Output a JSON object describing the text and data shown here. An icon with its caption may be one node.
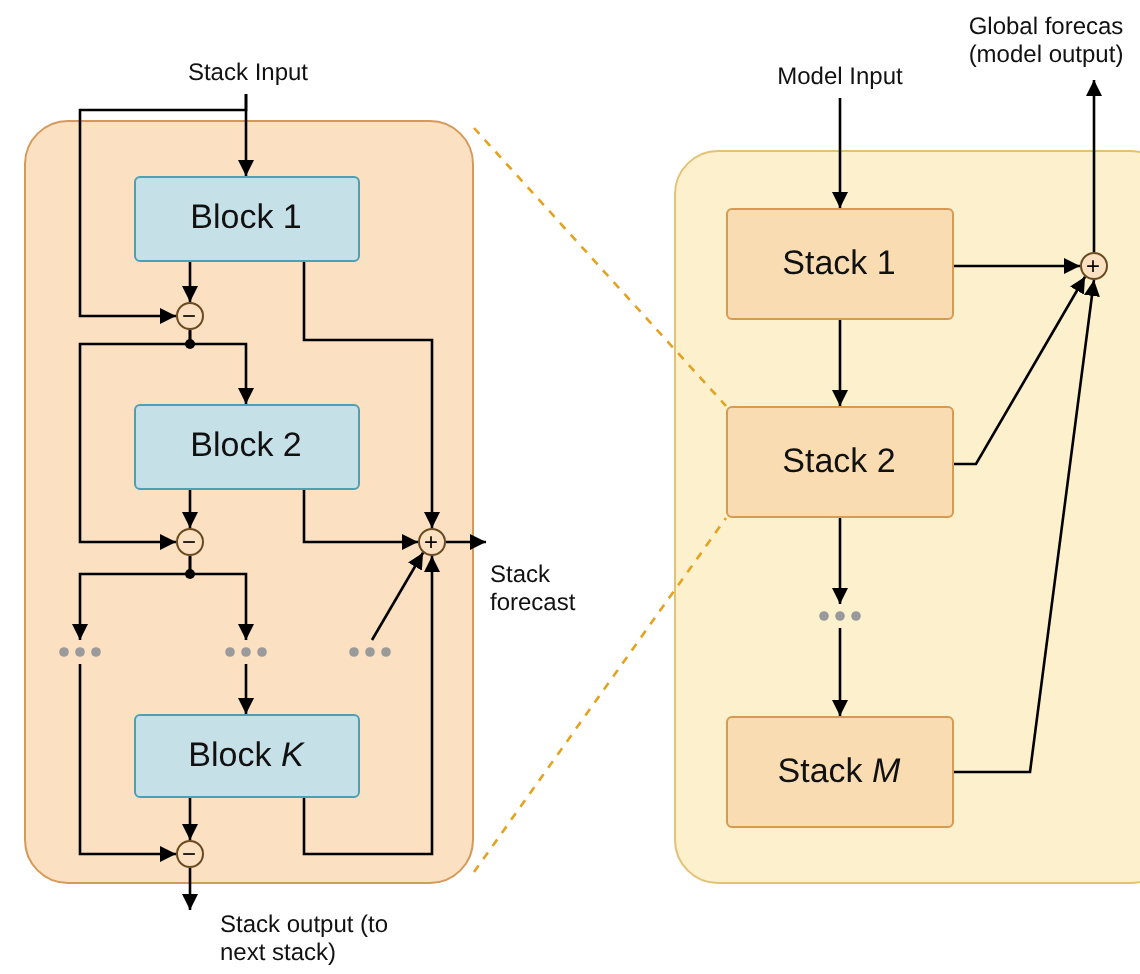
{
  "diagram": {
    "nodes": [
      {
        "text": [
          "Stack Input"
        ]
      },
      {
        "text": [],
        "shape": "box"
      },
      {
        "text": [
          "Block 1"
        ],
        "in": 1
      },
      {
        "text": [
          "−"
        ],
        "in": 1
      },
      {
        "text": [
          "Block 2"
        ],
        "in": 1
      },
      {
        "text": [
          "−"
        ],
        "in": 1
      },
      {
        "text": [
          "+"
        ],
        "in": 1
      },
      {
        "text": [],
        "shape": "ellipsis",
        "in": 1
      },
      {
        "text": [],
        "shape": "ellipsis",
        "in": 1
      },
      {
        "text": [],
        "shape": "ellipsis",
        "in": 1
      },
      {
        "text": [
          "Block *K*"
        ],
        "in": 1
      },
      {
        "text": [
          "−"
        ],
        "in": 1
      },
      {
        "text": [
          "Stack output (to next stack)"
        ]
      },
      {
        "text": [
          "Stack forecast"
        ]
      },
      {
        "text": [
          "Global forecas (model output)"
        ]
      },
      {
        "text": [
          "Model Input"
        ]
      },
      {
        "text": [],
        "shape": "box"
      },
      {
        "text": [
          "Stack 1"
        ],
        "in": 16
      },
      {
        "text": [
          "+"
        ],
        "in": 16
      },
      {
        "text": [
          "Stack 2"
        ],
        "in": 16
      },
      {
        "text": [],
        "shape": "ellipsis",
        "in": 16
      },
      {
        "text": [
          "Stack *M*"
        ],
        "in": 16
      }
    ],
    "edges": [
      {
        "from": 0,
        "to": 2,
        "arrow": "to"
      },
      {
        "from": 0,
        "to": 3,
        "arrow": "to"
      },
      {
        "from": 2,
        "to": 3,
        "arrow": "to"
      },
      {
        "from": 2,
        "to": 6,
        "arrow": "to"
      },
      {
        "from": 3,
        "to": 4,
        "arrow": "to"
      },
      {
        "from": 3,
        "to": 5,
        "arrow": "to"
      },
      {
        "from": 4,
        "to": 5,
        "arrow": "to"
      },
      {
        "from": 4,
        "to": 6,
        "arrow": "to"
      },
      {
        "from": 5,
        "to": 7,
        "arrow": "to"
      },
      {
        "from": 5,
        "to": 8,
        "arrow": "to"
      },
      {
        "from": 9,
        "to": 6,
        "arrow": "to"
      },
      {
        "from": 8,
        "to": 10,
        "arrow": "to"
      },
      {
        "from": 7,
        "to": 11,
        "arrow": "to"
      },
      {
        "from": 10,
        "to": 11,
        "arrow": "to"
      },
      {
        "from": 10,
        "to": 6,
        "arrow": "to"
      },
      {
        "from": 6,
        "to": 13,
        "arrow": "to"
      },
      {
        "from": 11,
        "to": 12,
        "arrow": "to"
      },
      {
        "from": 15,
        "to": 17,
        "arrow": "to"
      },
      {
        "from": 17,
        "to": 18,
        "arrow": "to"
      },
      {
        "from": 17,
        "to": 19,
        "arrow": "to"
      },
      {
        "from": 19,
        "to": 18,
        "arrow": "to"
      },
      {
        "from": 19,
        "to": 20,
        "arrow": "to"
      },
      {
        "from": 20,
        "to": 21,
        "arrow": "to"
      },
      {
        "from": 21,
        "to": 18,
        "arrow": "to"
      },
      {
        "from": 18,
        "to": 14,
        "arrow": "to"
      },
      {
        "from": 1,
        "to": 19,
        "arrow": "none",
        "style": "dashed",
        "color": "#e3a321"
      },
      {
        "from": 1,
        "to": 19,
        "arrow": "none",
        "style": "dashed",
        "color": "#e3a321"
      }
    ]
  }
}
